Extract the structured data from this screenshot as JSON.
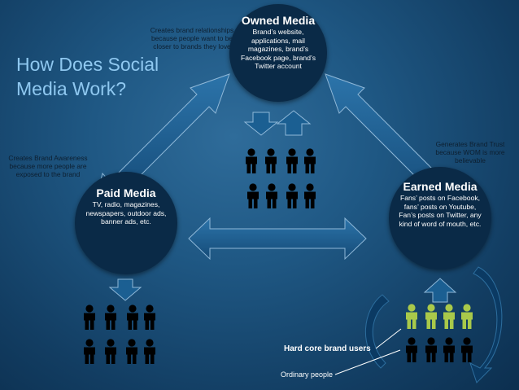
{
  "title": "How Does Social Media Work?",
  "notes": {
    "top_left": "Creates brand relationships because people want to be closer to brands they love",
    "left": "Creates Brand Awareness because more people are exposed to the brand",
    "right": "Generates Brand Trust because WOM is more believable"
  },
  "owned": {
    "heading": "Owned Media",
    "body": "Brand’s website, applications, mail magazines, brand’s Facebook page, brand’s Twitter account"
  },
  "paid": {
    "heading": "Paid Media",
    "body": "TV, radio, magazines, newspapers, outdoor ads, banner ads, etc."
  },
  "earned": {
    "heading": "Earned Media",
    "body": "Fans’ posts on Facebook, fans’ posts on Youtube, Fan’s posts on Twitter, any kind of word of mouth, etc."
  },
  "labels": {
    "hard_core": "Hard core brand users",
    "ordinary": "Ordinary people"
  },
  "colors": {
    "circle": "#0a2a47",
    "arrow": "#1a5a8a",
    "person_dark": "#000000",
    "person_green": "#a9c94a",
    "title": "#8fc8f0"
  }
}
